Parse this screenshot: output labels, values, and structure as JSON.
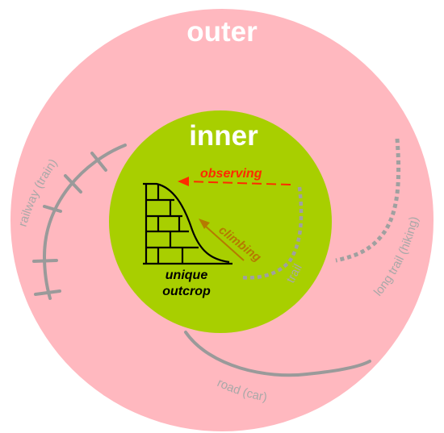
{
  "zones": {
    "outer": {
      "label": "outer",
      "color": "#ffb8bf"
    },
    "inner": {
      "label": "inner",
      "color": "#a8cf00"
    }
  },
  "routes": {
    "railway": {
      "label": "railway (train)",
      "color": "#9a9a9a"
    },
    "long_trail": {
      "label": "long trail (hiking)",
      "color": "#a0a0a0"
    },
    "road": {
      "label": "road (car)",
      "color": "#9a9a9a"
    },
    "trail": {
      "label": "trail",
      "color": "#a0a0a0"
    }
  },
  "actions": {
    "observing": {
      "label": "observing",
      "color": "#ff2a00"
    },
    "climbing": {
      "label": "climbing",
      "color": "#b57a00"
    }
  },
  "outcrop": {
    "line1": "unique",
    "line2": "outcrop",
    "color": "#000000"
  }
}
